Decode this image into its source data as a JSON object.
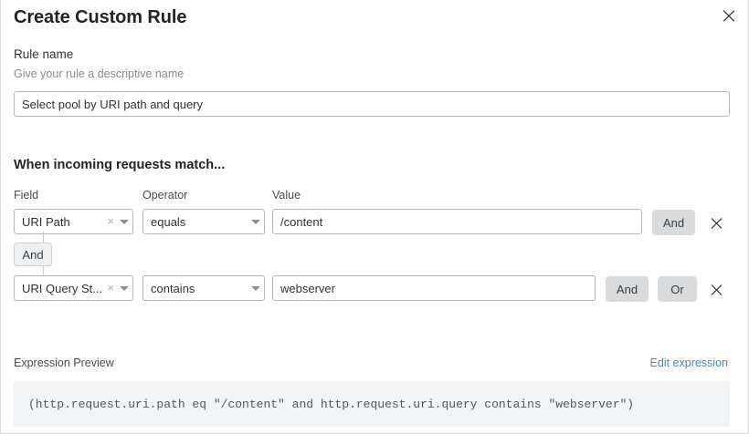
{
  "modal": {
    "title": "Create Custom Rule",
    "close_icon": "close-icon"
  },
  "rule_name": {
    "label": "Rule name",
    "help_text": "Give your rule a descriptive name",
    "value": "Select pool by URI path and query",
    "placeholder": "Give your rule a descriptive name"
  },
  "match_section": {
    "heading": "When incoming requests match...",
    "columns": {
      "field": "Field",
      "operator": "Operator",
      "value": "Value"
    },
    "connector": {
      "label": "And"
    },
    "rows": [
      {
        "field": "URI Path",
        "field_clear_icon": "clear-icon",
        "field_caret_icon": "chevron-down-icon",
        "operator": "equals",
        "operator_caret_icon": "chevron-down-icon",
        "value": "/content",
        "value_placeholder": "Value",
        "logic_buttons": [
          "And"
        ],
        "delete_icon": "close-icon"
      },
      {
        "field": "URI Query St...",
        "field_clear_icon": "clear-icon",
        "field_caret_icon": "chevron-down-icon",
        "operator": "contains",
        "operator_caret_icon": "chevron-down-icon",
        "value": "webserver",
        "value_placeholder": "Value",
        "logic_buttons": [
          "And",
          "Or"
        ],
        "delete_icon": "close-icon"
      }
    ]
  },
  "expression_preview": {
    "label": "Expression Preview",
    "edit_link": "Edit expression",
    "code": "(http.request.uri.path eq \"/content\" and http.request.uri.query contains \"webserver\")"
  },
  "colors": {
    "accent_link": "#5089b3",
    "logic_button_bg": "#d8dadc",
    "code_bg": "#f2f3f4",
    "border": "#b4b8bb",
    "text": "#313336"
  }
}
